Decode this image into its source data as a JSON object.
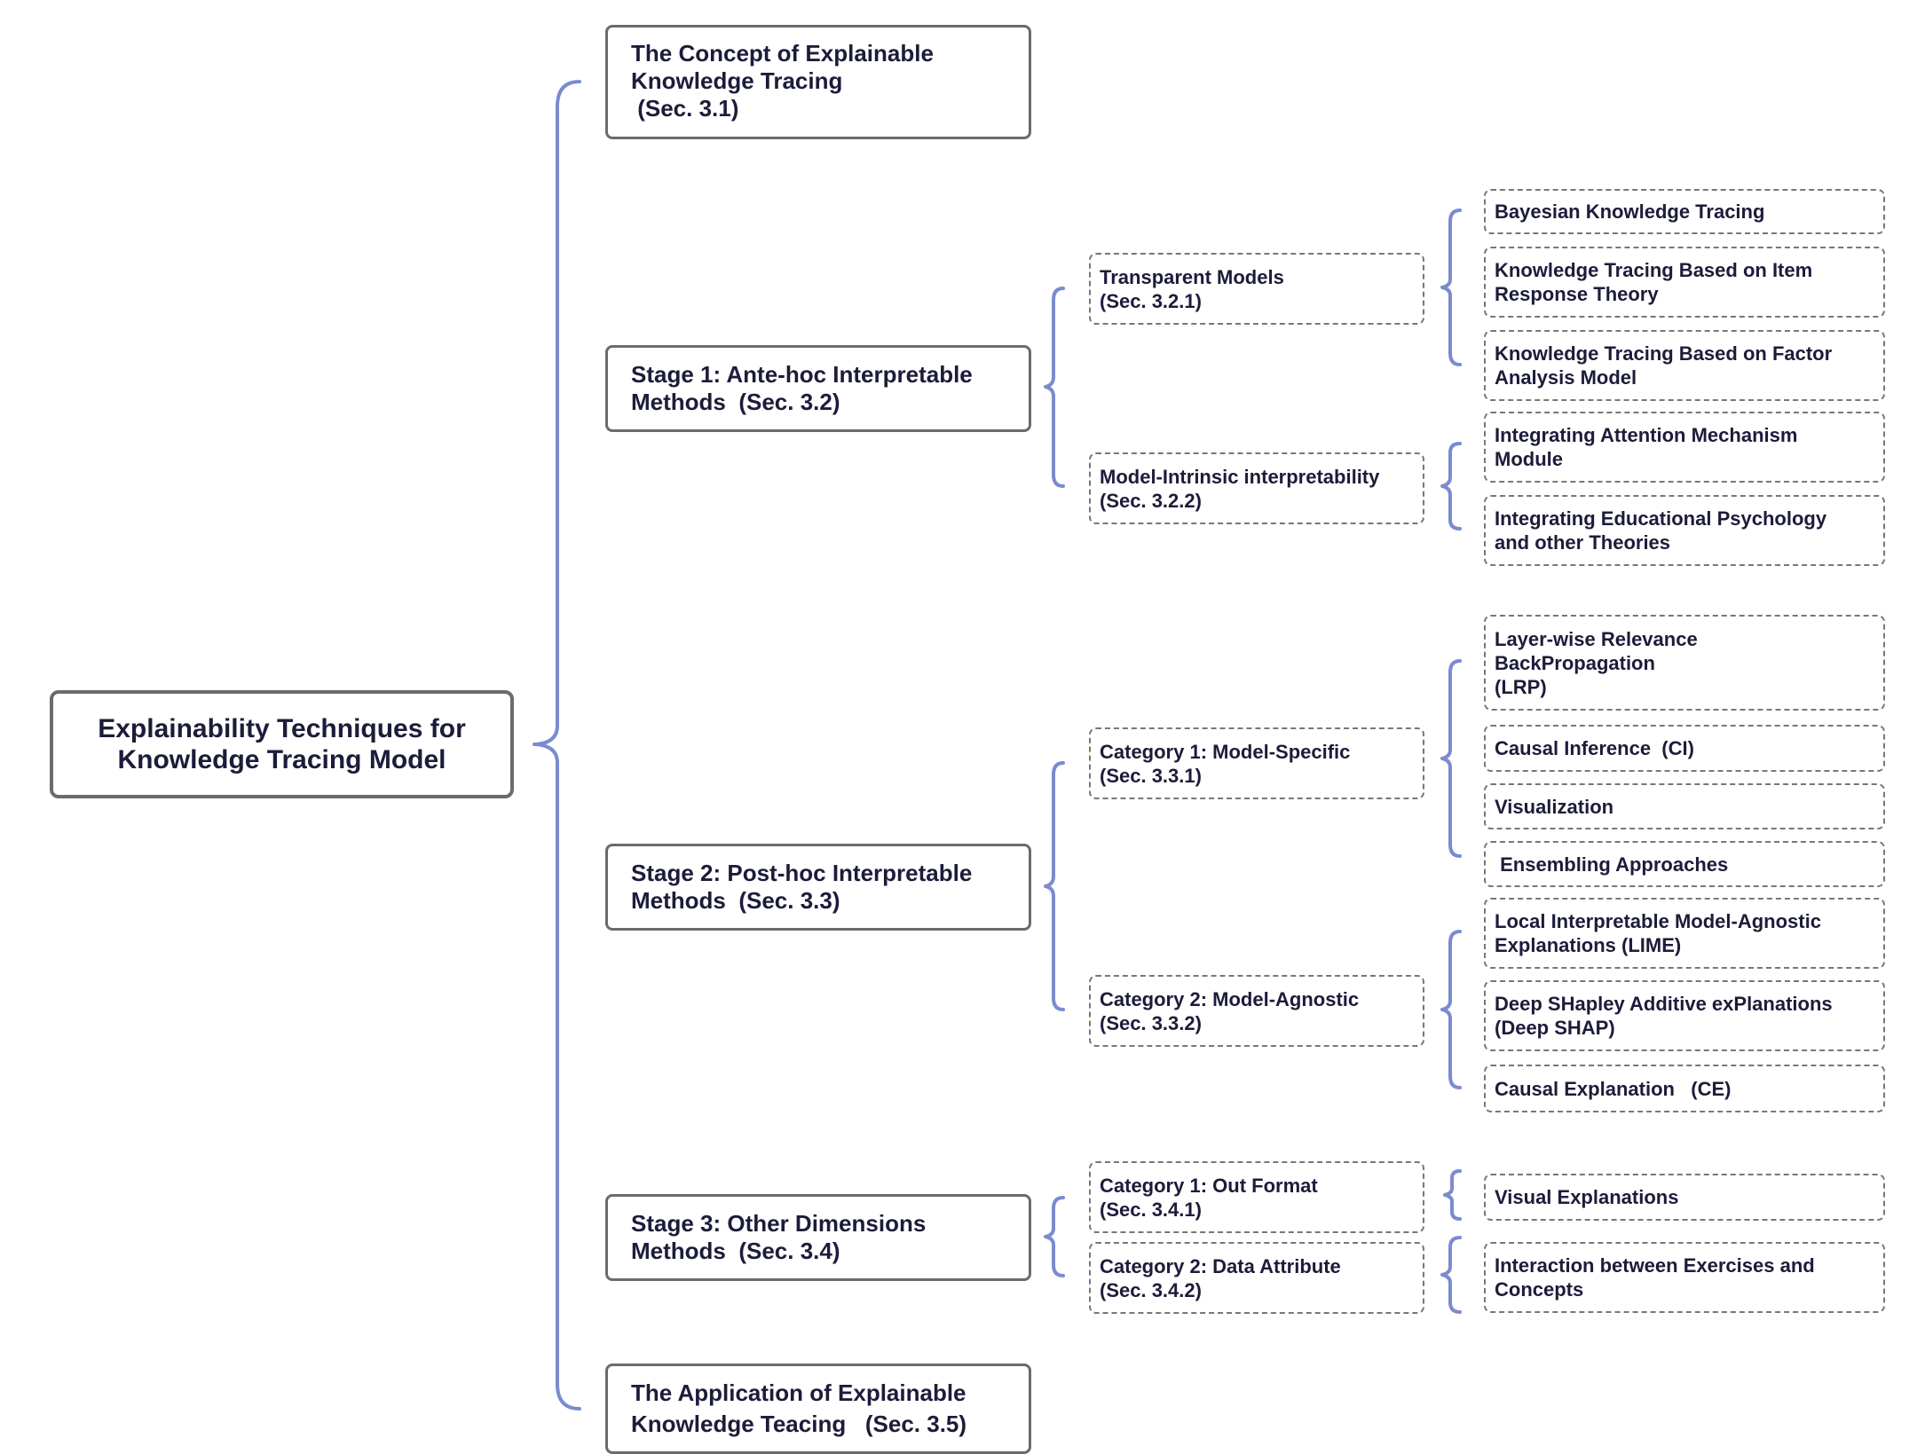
{
  "root": {
    "line1": "Explainability Techniques for",
    "line2": "Knowledge Tracing Model"
  },
  "sections": {
    "concept": {
      "line1": "The Concept of Explainable",
      "line2": "Knowledge Tracing",
      "line3": " (Sec. 3.1)"
    },
    "stage1": {
      "line1": "Stage 1: Ante-hoc Interpretable",
      "line2": "Methods  (Sec. 3.2)"
    },
    "stage2": {
      "line1": "Stage 2: Post-hoc Interpretable",
      "line2": "Methods  (Sec. 3.3)"
    },
    "stage3": {
      "line1": "Stage 3: Other Dimensions",
      "line2": "Methods  (Sec. 3.4)"
    },
    "application": {
      "line1": "The Application of Explainable",
      "line2": "Knowledge Teacing   (Sec. 3.5)"
    }
  },
  "subsections": {
    "transparent": {
      "line1": "Transparent Models",
      "line2": "(Sec. 3.2.1)"
    },
    "intrinsic": {
      "line1": "Model-Intrinsic interpretability",
      "line2": "(Sec. 3.2.2)"
    },
    "model_specific": {
      "line1": "Category 1: Model-Specific",
      "line2": "(Sec. 3.3.1)"
    },
    "model_agnostic": {
      "line1": "Category 2: Model-Agnostic",
      "line2": "(Sec. 3.3.2)"
    },
    "out_format": {
      "line1": "Category 1: Out Format",
      "line2": "(Sec. 3.4.1)"
    },
    "data_attribute": {
      "line1": "Category 2: Data Attribute",
      "line2": "(Sec. 3.4.2)"
    }
  },
  "leaves": {
    "bkt": {
      "line1": "Bayesian Knowledge Tracing"
    },
    "irt": {
      "line1": "Knowledge Tracing Based on Item",
      "line2": "Response Theory"
    },
    "factor": {
      "line1": "Knowledge Tracing Based on Factor",
      "line2": "Analysis Model"
    },
    "attention": {
      "line1": "Integrating Attention Mechanism",
      "line2": "Module"
    },
    "psychology": {
      "line1": "Integrating Educational Psychology",
      "line2": "and other Theories"
    },
    "lrp": {
      "line1": "Layer-wise Relevance",
      "line2": "BackPropagation",
      "line3": "(LRP)"
    },
    "ci": {
      "line1": "Causal Inference  (CI)"
    },
    "visualization": {
      "line1": "Visualization"
    },
    "ensembling": {
      "line1": " Ensembling Approaches"
    },
    "lime": {
      "line1": "Local Interpretable Model-Agnostic",
      "line2": "Explanations (LIME)"
    },
    "shap": {
      "line1": "Deep SHapley Additive exPlanations",
      "line2": "(Deep SHAP)"
    },
    "ce": {
      "line1": "Causal Explanation   (CE)"
    },
    "visual_expl": {
      "line1": "Visual Explanations"
    },
    "interaction": {
      "line1": "Interaction between Exercises and",
      "line2": "Concepts"
    }
  },
  "colors": {
    "bracket": "#7b8bcf",
    "solid_border": "#6b6b6b",
    "dashed_border": "#777777",
    "text": "#1c1c3a"
  }
}
